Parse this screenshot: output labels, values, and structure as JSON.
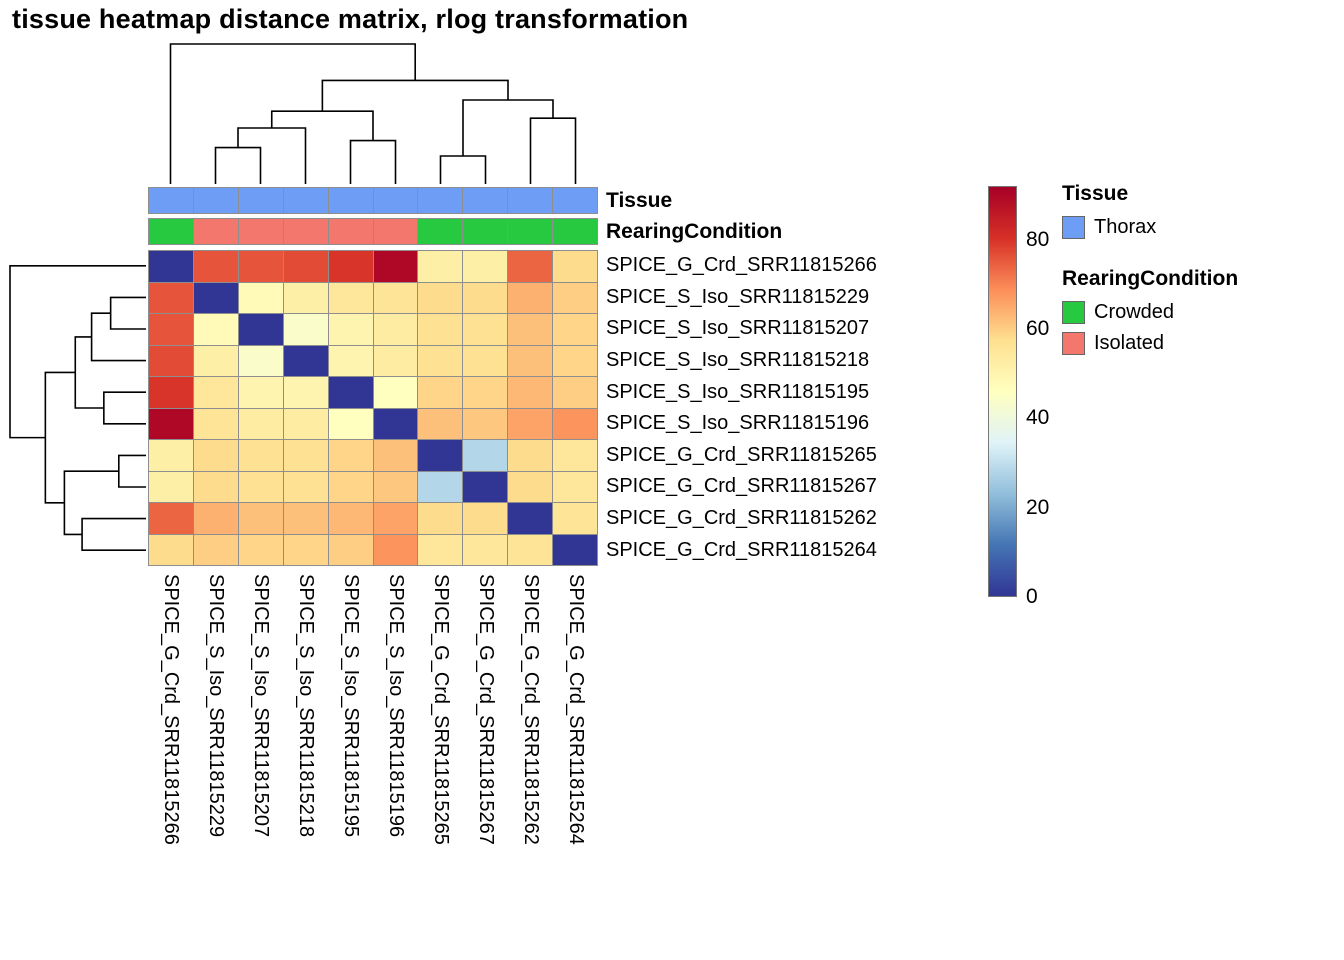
{
  "title": "tissue heatmap distance matrix, rlog transformation",
  "tracks": {
    "tissue_label": "Tissue",
    "rearing_label": "RearingCondition"
  },
  "legend": {
    "tissue_title": "Tissue",
    "tissue_items": [
      {
        "label": "Thorax",
        "color": "#6E9DF5"
      }
    ],
    "rearing_title": "RearingCondition",
    "rearing_items": [
      {
        "label": "Crowded",
        "color": "#26C940"
      },
      {
        "label": "Isolated",
        "color": "#F4776E"
      }
    ]
  },
  "colorbar": {
    "min": 0,
    "max": 92,
    "ticks": [
      80,
      60,
      40,
      20,
      0
    ],
    "stops": [
      "#313695",
      "#4575B4",
      "#91BFDB",
      "#E0F3F8",
      "#FFFFBF",
      "#FEE090",
      "#FC8D59",
      "#D73027",
      "#A50026"
    ]
  },
  "chart_data": {
    "type": "heatmap",
    "title": "tissue heatmap distance matrix, rlog transformation",
    "legend_position": "right",
    "samples": [
      "SPICE_G_Crd_SRR11815266",
      "SPICE_S_Iso_SRR11815229",
      "SPICE_S_Iso_SRR11815207",
      "SPICE_S_Iso_SRR11815218",
      "SPICE_S_Iso_SRR11815195",
      "SPICE_S_Iso_SRR11815196",
      "SPICE_G_Crd_SRR11815265",
      "SPICE_G_Crd_SRR11815267",
      "SPICE_G_Crd_SRR11815262",
      "SPICE_G_Crd_SRR11815264"
    ],
    "matrix": [
      [
        0,
        76,
        76,
        77,
        80,
        90,
        52,
        52,
        74,
        58
      ],
      [
        76,
        0,
        48,
        52,
        55,
        56,
        58,
        58,
        64,
        60
      ],
      [
        76,
        48,
        0,
        44,
        50,
        53,
        57,
        57,
        62,
        59
      ],
      [
        77,
        52,
        44,
        0,
        50,
        53,
        57,
        57,
        62,
        59
      ],
      [
        80,
        55,
        50,
        50,
        0,
        46,
        59,
        59,
        63,
        60
      ],
      [
        90,
        56,
        53,
        53,
        46,
        0,
        62,
        61,
        66,
        68
      ],
      [
        52,
        58,
        57,
        57,
        59,
        62,
        0,
        28,
        58,
        55
      ],
      [
        52,
        58,
        57,
        57,
        59,
        61,
        28,
        0,
        58,
        55
      ],
      [
        74,
        64,
        62,
        62,
        63,
        66,
        58,
        58,
        0,
        56
      ],
      [
        58,
        60,
        59,
        59,
        60,
        68,
        55,
        55,
        56,
        0
      ]
    ],
    "annotations": {
      "Tissue": [
        "Thorax",
        "Thorax",
        "Thorax",
        "Thorax",
        "Thorax",
        "Thorax",
        "Thorax",
        "Thorax",
        "Thorax",
        "Thorax"
      ],
      "RearingCondition": [
        "Crowded",
        "Isolated",
        "Isolated",
        "Isolated",
        "Isolated",
        "Isolated",
        "Crowded",
        "Crowded",
        "Crowded",
        "Crowded"
      ]
    },
    "annotation_colors": {
      "Thorax": "#6E9DF5",
      "Crowded": "#26C940",
      "Isolated": "#F4776E"
    },
    "scale": {
      "min": 0,
      "max": 92
    },
    "col_tree": [
      [
        "L1",
        "L2",
        0.26
      ],
      [
        "M0",
        "L3",
        0.4
      ],
      [
        "L4",
        "L5",
        0.31
      ],
      [
        "M1",
        "M2",
        0.52
      ],
      [
        "L6",
        "L7",
        0.2
      ],
      [
        "L8",
        "L9",
        0.47
      ],
      [
        "M4",
        "M5",
        0.6
      ],
      [
        "M3",
        "M6",
        0.74
      ],
      [
        "L0",
        "M7",
        1.0
      ]
    ],
    "row_tree": [
      [
        "L1",
        "L2",
        0.26
      ],
      [
        "M0",
        "L3",
        0.4
      ],
      [
        "L4",
        "L5",
        0.31
      ],
      [
        "M1",
        "M2",
        0.52
      ],
      [
        "L6",
        "L7",
        0.2
      ],
      [
        "L8",
        "L9",
        0.47
      ],
      [
        "M4",
        "M5",
        0.6
      ],
      [
        "M3",
        "M6",
        0.74
      ],
      [
        "L0",
        "M7",
        1.0
      ]
    ]
  }
}
